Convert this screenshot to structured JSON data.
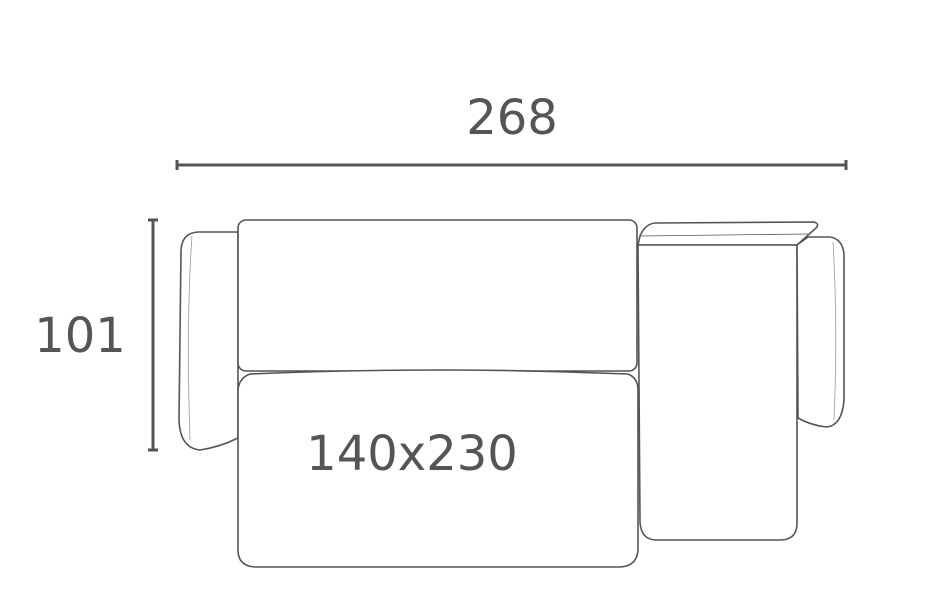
{
  "dimensions": {
    "width": "268",
    "depth": "101",
    "bed_size": "140x230"
  },
  "colors": {
    "line": "#555555",
    "background": "#ffffff"
  }
}
